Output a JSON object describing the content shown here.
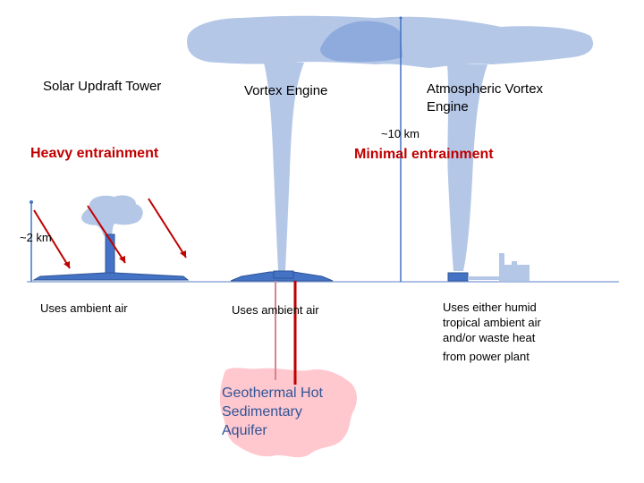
{
  "labels": {
    "solar_updraft_tower": "Solar Updraft Tower",
    "vortex_engine": "Vortex  Engine",
    "atmospheric_vortex_engine_line1": "Atmospheric Vortex",
    "atmospheric_vortex_engine_line2": "Engine",
    "height_10km": "~10 km",
    "height_2km": "~2 km",
    "heavy_entrainment": "Heavy entrainment",
    "minimal_entrainment": "Minimal entrainment",
    "ambient_air_tower": "Uses ambient air",
    "ambient_air_vortex": "Uses ambient air",
    "humid_line1": "Uses either humid",
    "humid_line2": "tropical ambient air",
    "humid_line3": "and/or waste heat",
    "humid_line4": "from power plant",
    "geothermal_line1": "Geothermal Hot",
    "geothermal_line2": "Sedimentary",
    "geothermal_line3": "Aquifer"
  },
  "colors": {
    "cloud": "#b4c7e7",
    "cloud_dark": "#8faadc",
    "structure": "#4472c4",
    "structure_dark": "#2f5597",
    "entrainment_arrow": "#c00000",
    "aquifer": "#ffc7ce"
  }
}
